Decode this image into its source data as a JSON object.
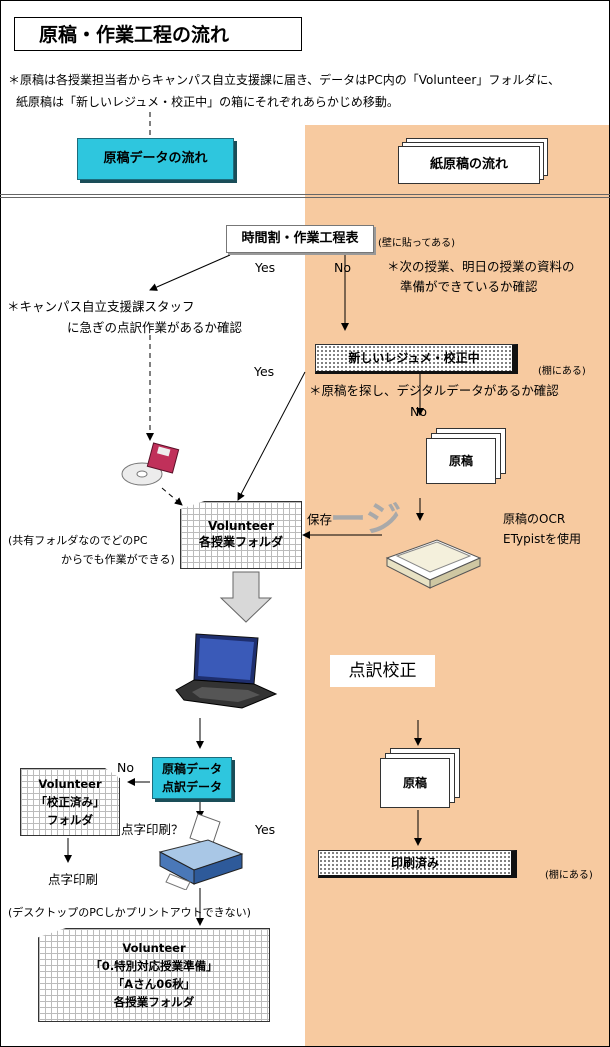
{
  "title": "原稿・作業工程の流れ",
  "intro_note": {
    "line1": "＊原稿は各授業担当者からキャンパス自立支援課に届き、データはPC内の「Volunteer」フォルダに、",
    "line2": "紙原稿は「新しいレジュメ・校正中」の箱にそれぞれあらかじめ移動。"
  },
  "header": {
    "data_flow": "原稿データの流れ",
    "paper_flow": "紙原稿の流れ"
  },
  "schedule": {
    "label": "時間割・作業工程表",
    "note": "(壁に貼ってある)"
  },
  "yes1": "Yes",
  "no1": "No",
  "left_note": {
    "line1": "＊キャンパス自立支援課スタッフ",
    "line2": "に急ぎの点訳作業があるか確認"
  },
  "right_note": {
    "line1": "＊次の授業、明日の授業の資料の",
    "line2": "準備ができているか確認"
  },
  "new_resume_box": "新しいレジュメ・校正中",
  "shelf_note_1": "(棚にある)",
  "yes2": "Yes",
  "digital_note": "＊原稿を探し、デジタルデータがあるか確認",
  "no2": "No",
  "manuscript_1": "原稿",
  "save_label": "保存",
  "watermark": "ージ",
  "volunteer_folder": {
    "line1": "Volunteer",
    "line2": "各授業フォルダ"
  },
  "shared_note": {
    "line1": "(共有フォルダなのでどのPC",
    "line2": "からでも作業ができる)"
  },
  "ocr_note": {
    "line1": "原稿のOCR",
    "line2": "ETypistを使用"
  },
  "braille_proof": "点訳校正",
  "manuscript_2": "原稿",
  "data_box": {
    "line1": "原稿データ",
    "line2": "点訳データ"
  },
  "no3": "No",
  "checked_folder": {
    "line1": "Volunteer",
    "line2": "「校正済み」",
    "line3": "フォルダ"
  },
  "print_question": "点字印刷？",
  "yes3": "Yes",
  "printed_box": "印刷済み",
  "shelf_note_2": "(棚にある)",
  "braille_print": "点字印刷",
  "desktop_note": "(デスクトップのPCしかプリントアウトできない)",
  "final_folder": {
    "line1": "Volunteer",
    "line2": "「0.特別対応授業準備」",
    "line3": "「Aさん06秋」",
    "line4": "各授業フォルダ"
  }
}
